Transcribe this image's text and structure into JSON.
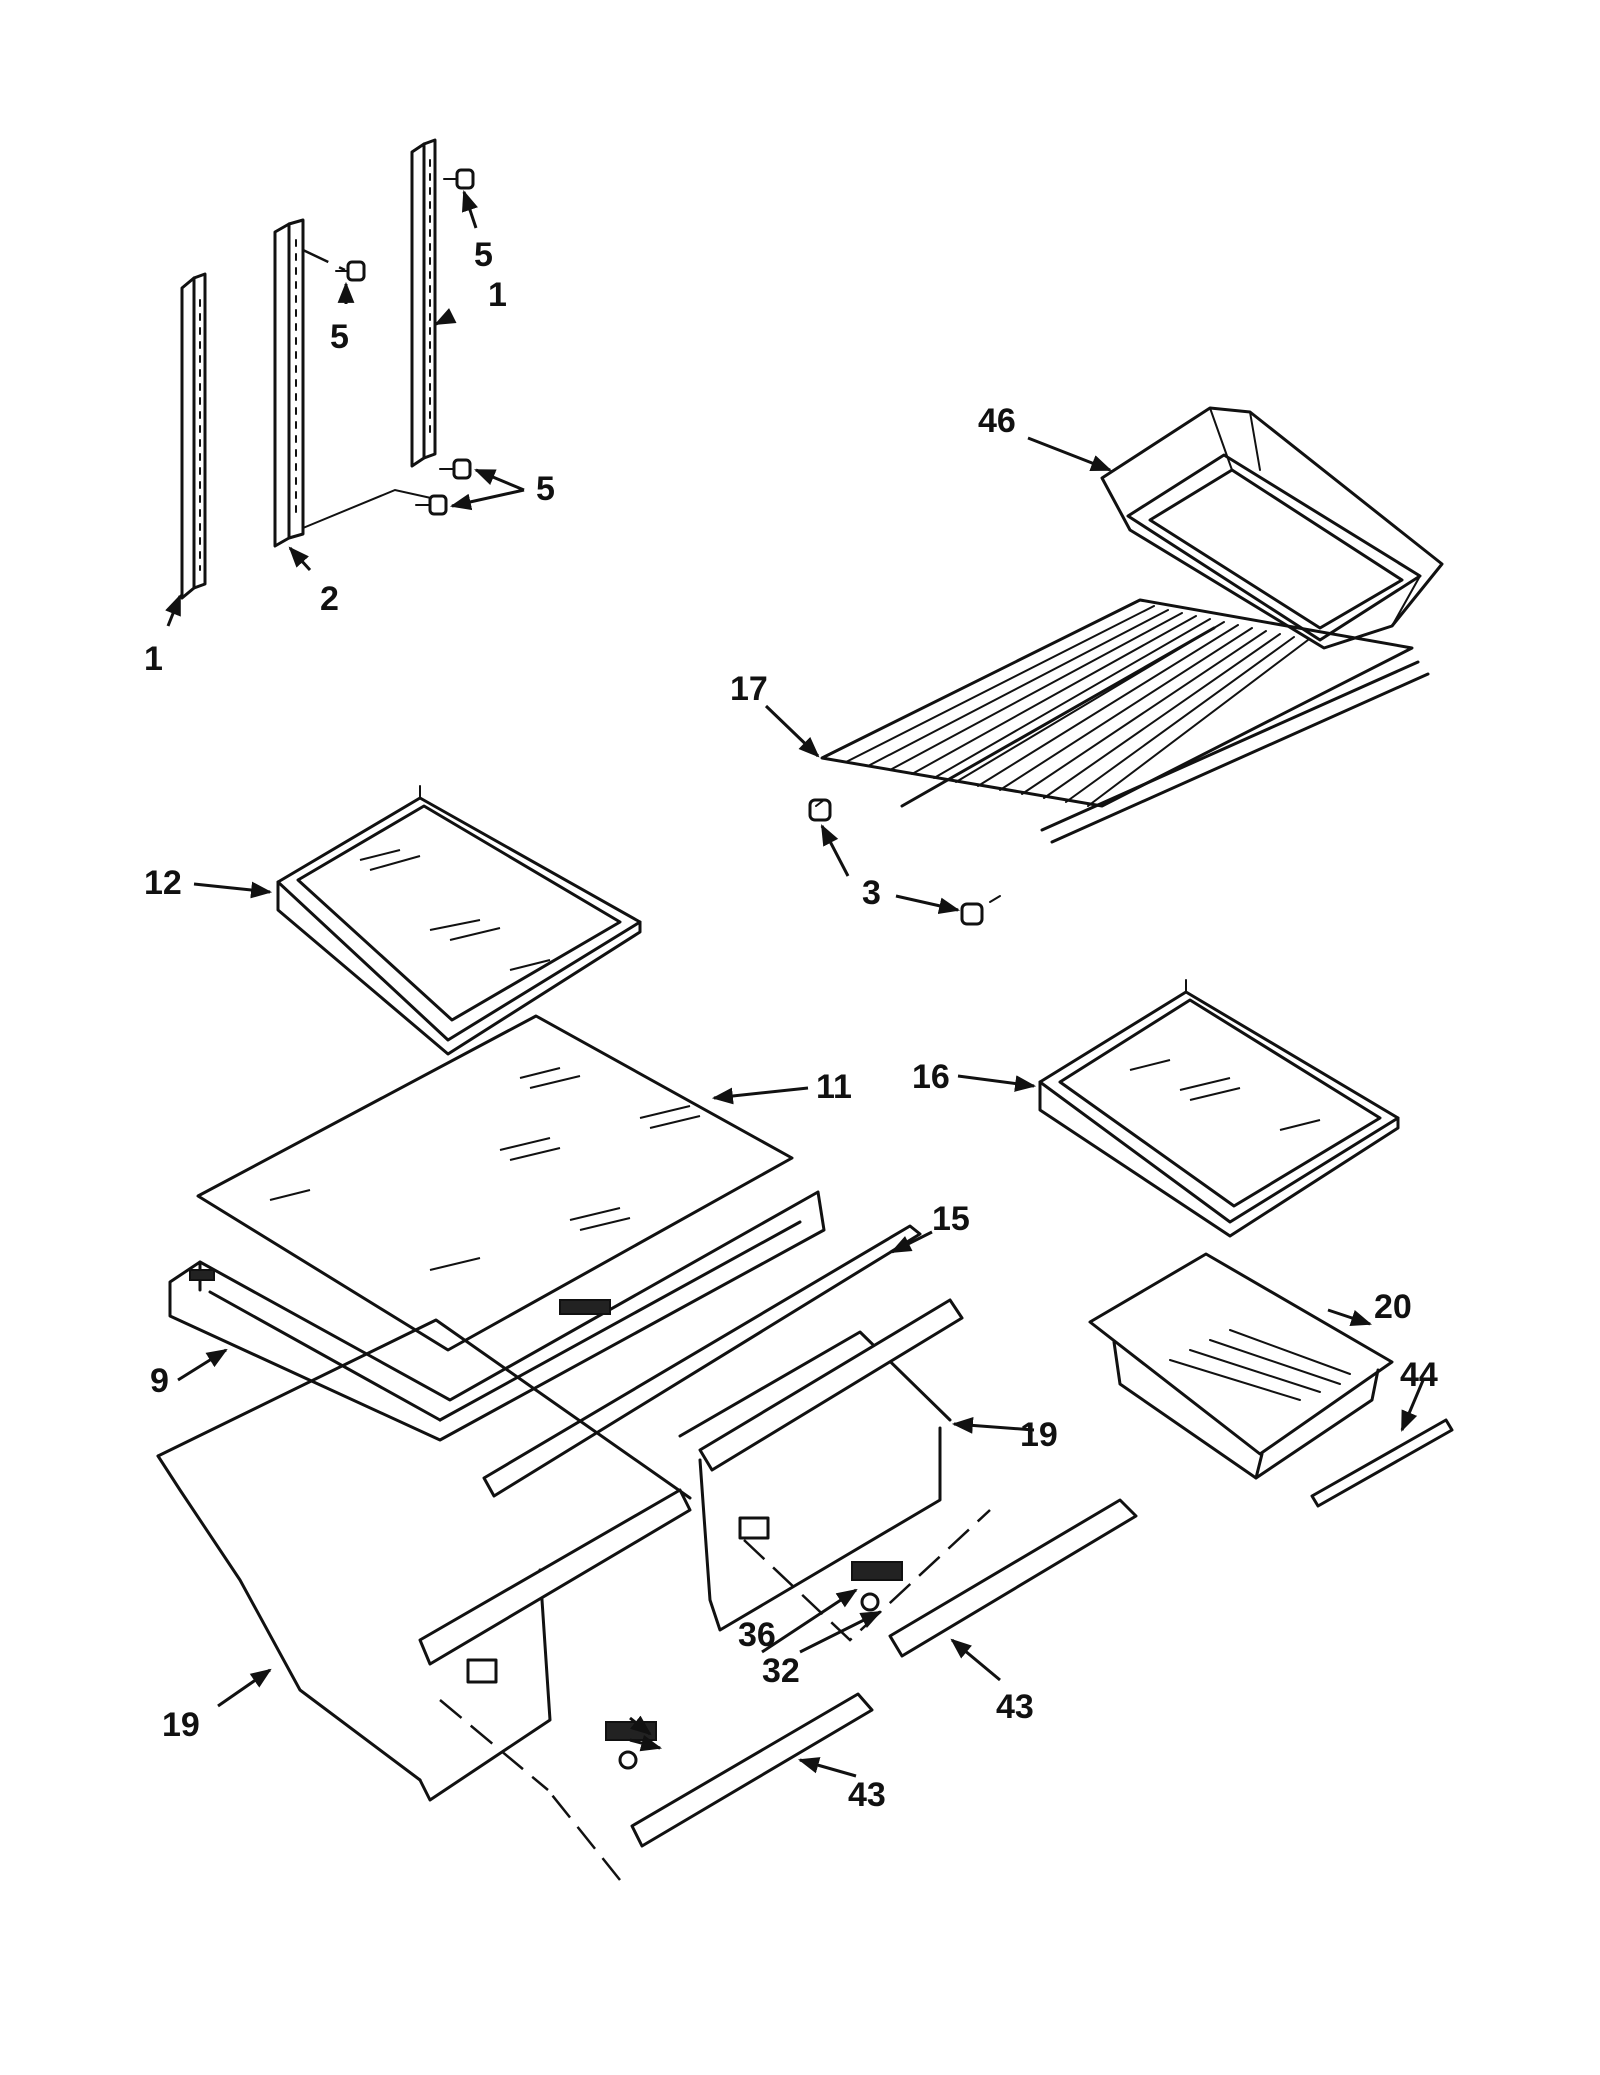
{
  "callouts": {
    "c1a": "1",
    "c1b": "1",
    "c2": "2",
    "c3": "3",
    "c5a": "5",
    "c5b": "5",
    "c5c": "5",
    "c9": "9",
    "c11": "11",
    "c12": "12",
    "c15": "15",
    "c16": "16",
    "c17": "17",
    "c19a": "19",
    "c19b": "19",
    "c20": "20",
    "c32": "32",
    "c36": "36",
    "c43a": "43",
    "c43b": "43",
    "c44": "44",
    "c46": "46"
  }
}
